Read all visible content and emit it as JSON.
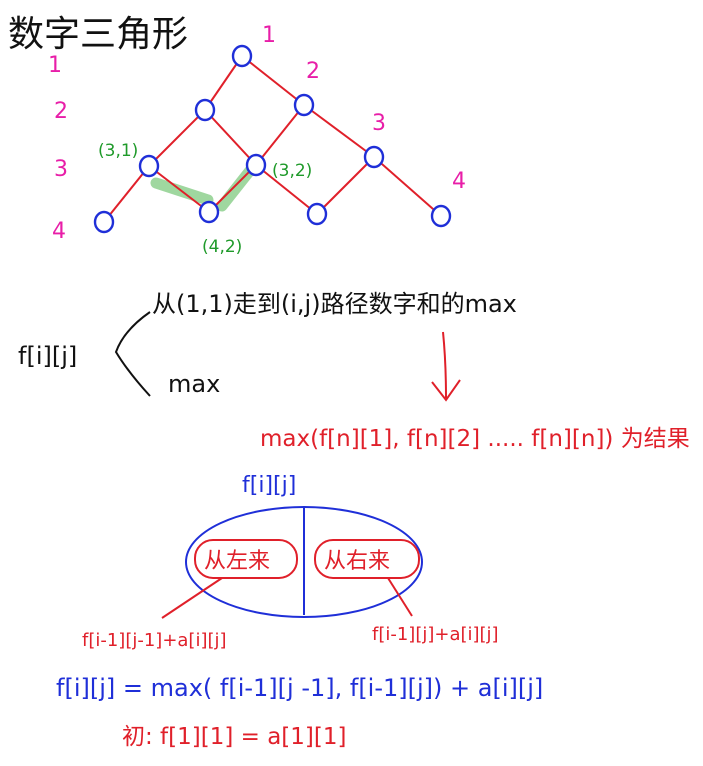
{
  "title": "数字三角形",
  "colors": {
    "ink": "#111111",
    "red": "#e0202a",
    "magenta": "#e81ea8",
    "green": "#1f9a2a",
    "highlight": "#8fd18f",
    "blue": "#1f2fd8",
    "node": "#1f2fd8"
  },
  "row_labels": [
    "1",
    "2",
    "3",
    "4"
  ],
  "column_labels": [
    "1",
    "2",
    "3",
    "4"
  ],
  "coord_labels": [
    "(3,1)",
    "(3,2)",
    "(4,2)"
  ],
  "definition": {
    "lhs": "f[i][j]",
    "meaning": "从(1,1)走到(i,j)路径数字和的max",
    "target": "max"
  },
  "result": "max(f[n][1], f[n][2] ..... f[n][n]) 为结果",
  "split_diagram": {
    "top_label": "f[i][j]",
    "left": "从左来",
    "right": "从右来",
    "left_formula": "f[i-1][j-1]+a[i][j]",
    "right_formula": "f[i-1][j]+a[i][j]"
  },
  "recurrence": "f[i][j] = max( f[i-1][j -1], f[i-1][j]) + a[i][j]",
  "init": "初: f[1][1] = a[1][1]"
}
